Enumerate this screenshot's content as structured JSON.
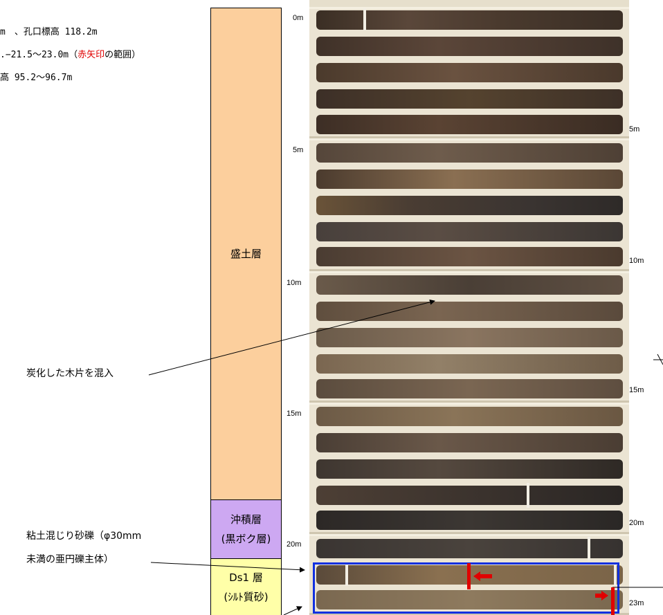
{
  "header": {
    "line1": "m　、孔口標高 118.2m",
    "line2_a": ".−21.5～23.0m（",
    "line2_red": "赤矢印",
    "line2_b": "の範囲）",
    "line3": "高 95.2～96.7m"
  },
  "annotations": {
    "charcoal": "炭化した木片を混入",
    "gravel_1": "粘土混じり砂礫（φ30mm",
    "gravel_2": "未満の亜円礫主体）"
  },
  "strata": {
    "fill": {
      "label": "盛土層",
      "color": "#fccf9d"
    },
    "alluvium": {
      "label_1": "沖積層",
      "label_2": "(黒ボク層)",
      "color": "#cda8f2"
    },
    "ds1": {
      "label_1": "Ds1 層",
      "label_2": "(ｼﾙﾄ質砂)",
      "color": "#ffffa8"
    }
  },
  "depth_left": [
    "0m",
    "5m",
    "10m",
    "15m",
    "20m"
  ],
  "depth_right": [
    "5m",
    "10m",
    "15m",
    "20m",
    "23m"
  ],
  "colors": {
    "highlight_box": "#1030e0",
    "arrow": "#e00000"
  }
}
